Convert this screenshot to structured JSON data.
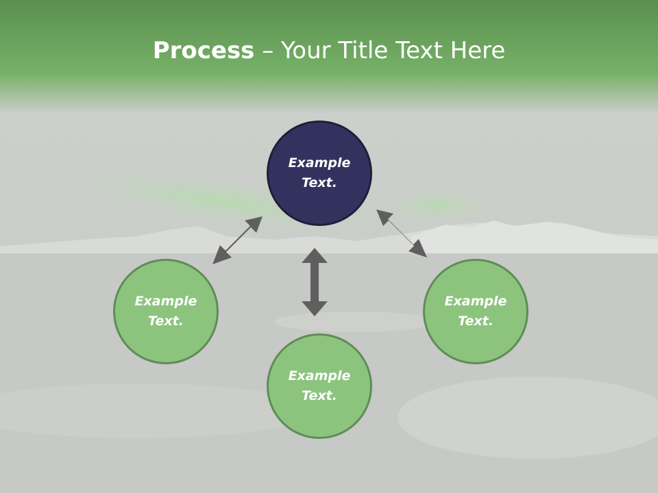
{
  "title": {
    "bold": "Process",
    "rest": " – Your Title Text Here"
  },
  "colors": {
    "header_green": "#77b168",
    "dark_node": "#33325f",
    "green_node": "#8cc47e",
    "arrow": "#5f5f5f"
  },
  "diagram": {
    "nodes": [
      {
        "id": "top",
        "label": "Example Text.",
        "style": "dark"
      },
      {
        "id": "left",
        "label": "Example Text.",
        "style": "green"
      },
      {
        "id": "right",
        "label": "Example Text.",
        "style": "green"
      },
      {
        "id": "bottom",
        "label": "Example Text.",
        "style": "green"
      }
    ],
    "connections": [
      {
        "from": "top",
        "to": "left",
        "type": "double-arrow"
      },
      {
        "from": "top",
        "to": "right",
        "type": "double-arrow"
      },
      {
        "from": "top",
        "to": "bottom",
        "type": "double-arrow"
      }
    ]
  }
}
